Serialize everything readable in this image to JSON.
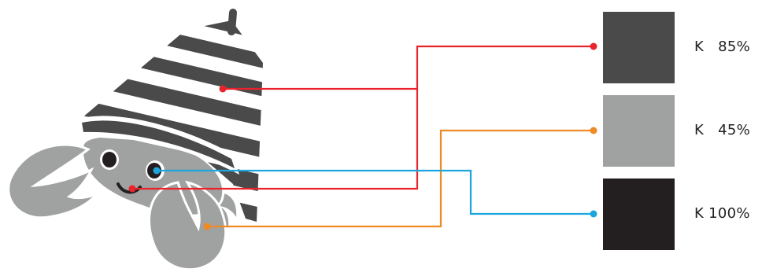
{
  "colors": {
    "k85": "#4a4a4b",
    "k45": "#a0a1a1",
    "k100": "#231f20",
    "line_red": "#e8232b",
    "line_orange": "#f08a24",
    "line_blue": "#1ba6de",
    "background": "#ffffff"
  },
  "swatches": [
    {
      "label": "K   85%",
      "color": "#4a4a4b"
    },
    {
      "label": "K   45%",
      "color": "#a0a1a1"
    },
    {
      "label": "K 100%",
      "color": "#231f20"
    }
  ]
}
